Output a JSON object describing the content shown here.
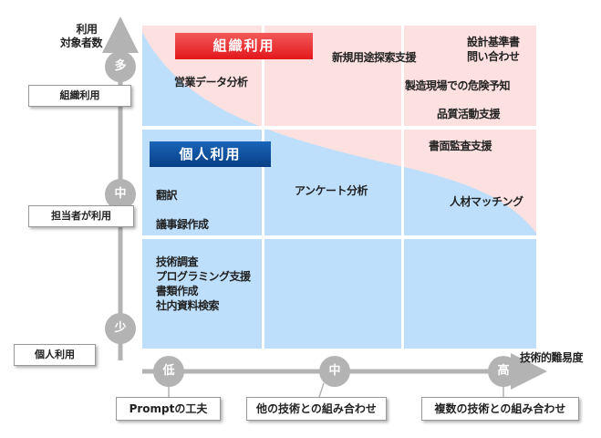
{
  "y_axis": {
    "title_line1": "利用",
    "title_line2": "対象者数",
    "levels": [
      "多",
      "中",
      "少"
    ],
    "labels": [
      "組織利用",
      "担当者が利用",
      "個人利用"
    ]
  },
  "x_axis": {
    "title": "技術的難易度",
    "levels": [
      "低",
      "中",
      "高"
    ],
    "labels": [
      "Promptの工夫",
      "他の技術との組み合わせ",
      "複数の技術との組み合わせ"
    ]
  },
  "banners": {
    "org": "組織利用",
    "personal": "個人利用"
  },
  "items": {
    "sales": "営業データ分析",
    "new_use": "新規用途探索支援",
    "design_1": "設計基準書",
    "design_2": "問い合わせ",
    "hazard": "製造現場での危険予知",
    "quality": "品質活動支援",
    "audit": "書面監査支援",
    "translate": "翻訳",
    "minutes": "議事録作成",
    "survey": "アンケート分析",
    "hr": "人材マッチング",
    "tech_research": "技術調査",
    "programming": "プログラミング支援",
    "docs": "書類作成",
    "search": "社内資料検索"
  },
  "colors": {
    "pink": "#fde0e0",
    "blue": "#bddffb",
    "red": "#e8262b",
    "navy": "#0a4f9e",
    "axis": "#b3b3b3"
  }
}
